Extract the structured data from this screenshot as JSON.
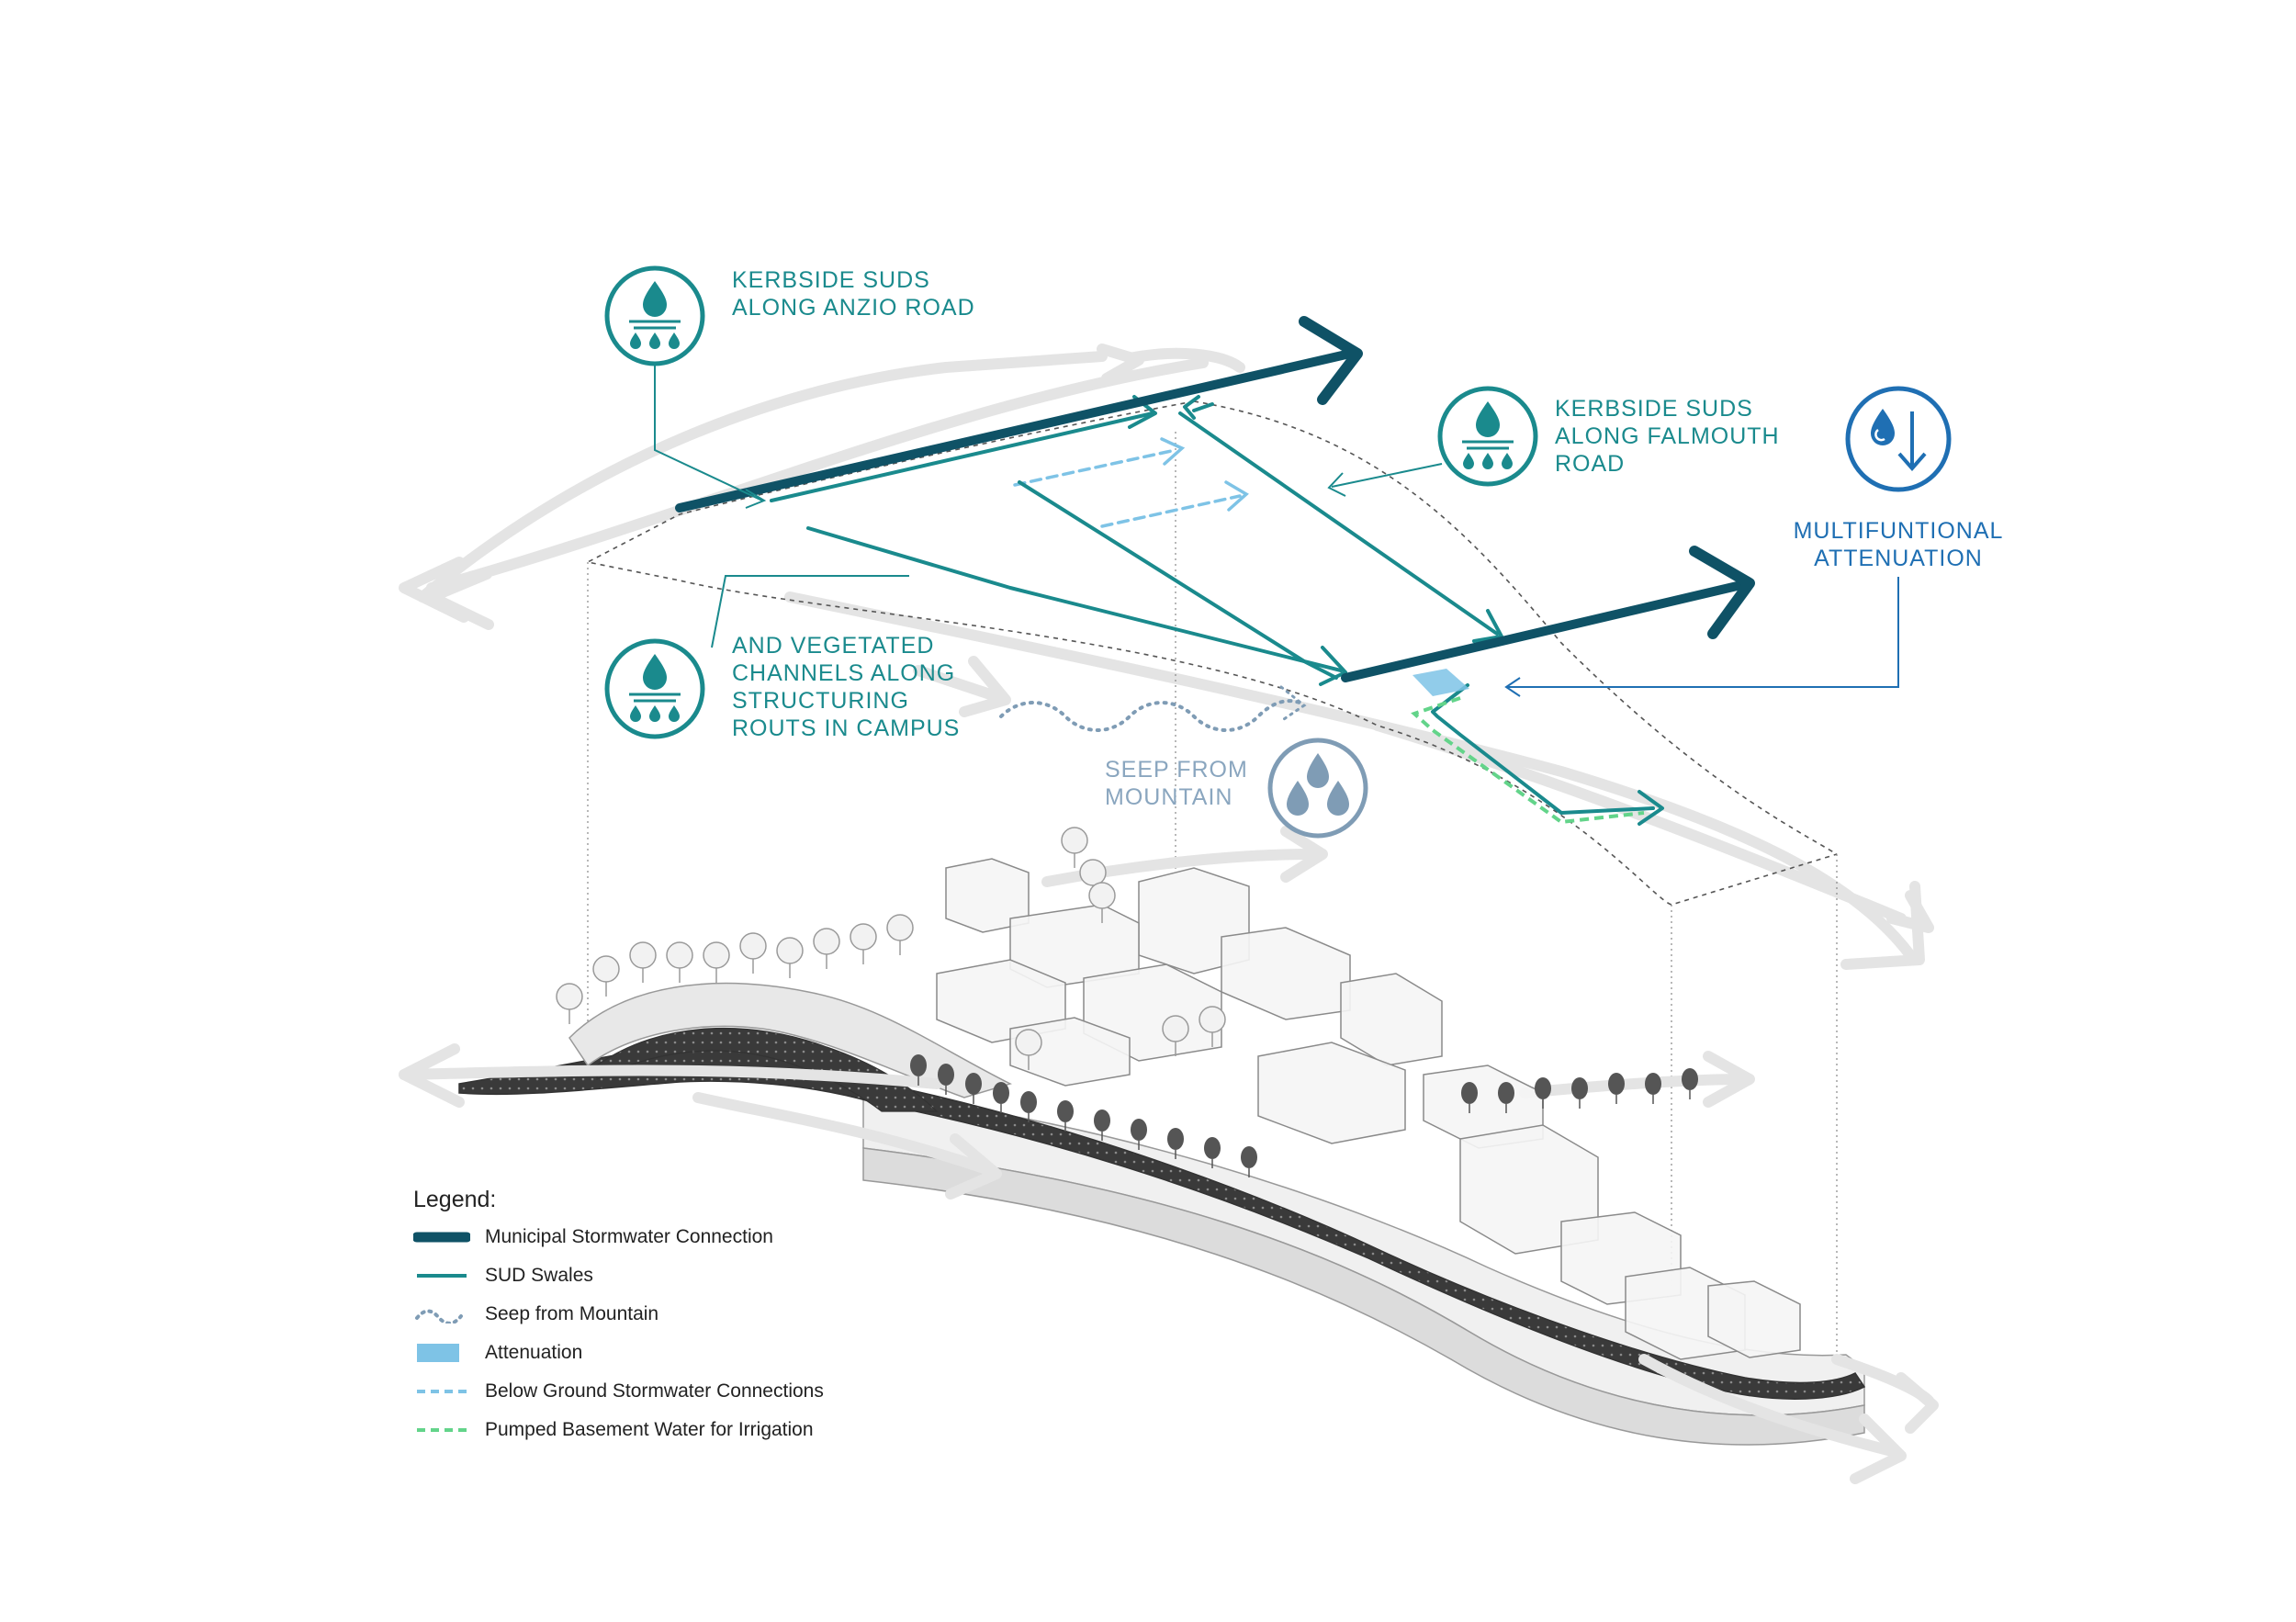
{
  "callouts": {
    "anzio": {
      "line1": "KERBSIDE SUDS",
      "line2": "ALONG ANZIO ROAD"
    },
    "falmouth": {
      "line1": "KERBSIDE SUDS",
      "line2": "ALONG FALMOUTH",
      "line3": "ROAD"
    },
    "vegetated": {
      "line1": "AND VEGETATED",
      "line2": "CHANNELS ALONG",
      "line3": "STRUCTURING",
      "line4": "ROUTS IN CAMPUS"
    },
    "attenuation": {
      "line1": "MULTIFUNTIONAL",
      "line2": "ATTENUATION"
    },
    "seep": {
      "line1": "SEEP FROM",
      "line2": "MOUNTAIN"
    }
  },
  "legend": {
    "title": "Legend:",
    "items": [
      {
        "label": "Municipal Stormwater Connection",
        "style": "thick-solid",
        "color": "#0f5266"
      },
      {
        "label": "SUD Swales",
        "style": "solid",
        "color": "#1a8a8d"
      },
      {
        "label": "Seep from Mountain",
        "style": "dotted-wave",
        "color": "#7f9cb5"
      },
      {
        "label": "Attenuation",
        "style": "box",
        "color": "#7ec3e6"
      },
      {
        "label": "Below Ground Stormwater Connections",
        "style": "dashed",
        "color": "#7ec3e6"
      },
      {
        "label": "Pumped Basement Water for Irrigation",
        "style": "dashed",
        "color": "#63d48a"
      }
    ]
  },
  "colors": {
    "municipal": "#0f5266",
    "swale": "#1a8a8d",
    "attenuation_blue": "#1f6fb3",
    "seep": "#7f9cb5",
    "below_ground": "#7ec3e6",
    "irrigation": "#63d48a",
    "ghost_arrow": "#e2e2e2"
  },
  "icons": {
    "anzio": "suds-icon",
    "falmouth": "suds-icon",
    "vegetated": "suds-icon",
    "attenuation": "attenuation-icon",
    "seep": "seep-icon"
  }
}
